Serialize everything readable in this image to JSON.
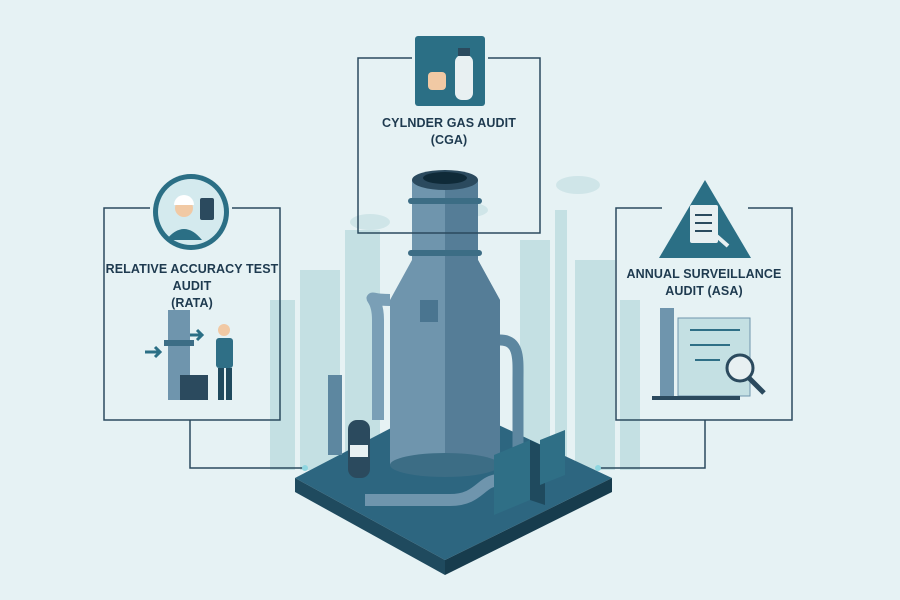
{
  "panels": {
    "rata": {
      "title": "RELATIVE ACCURACY TEST AUDIT",
      "abbr": "(RATA)"
    },
    "cga": {
      "title": "CYLNDER GAS AUDIT",
      "abbr": "(CGA)"
    },
    "asa": {
      "title": "ANNUAL SURVEILLANCE",
      "abbr": "AUDIT (ASA)"
    }
  },
  "colors": {
    "background": "#e6f2f4",
    "frame": "#2b4a5e",
    "accent": "#2f6f86",
    "steel": "#6f95ad"
  }
}
